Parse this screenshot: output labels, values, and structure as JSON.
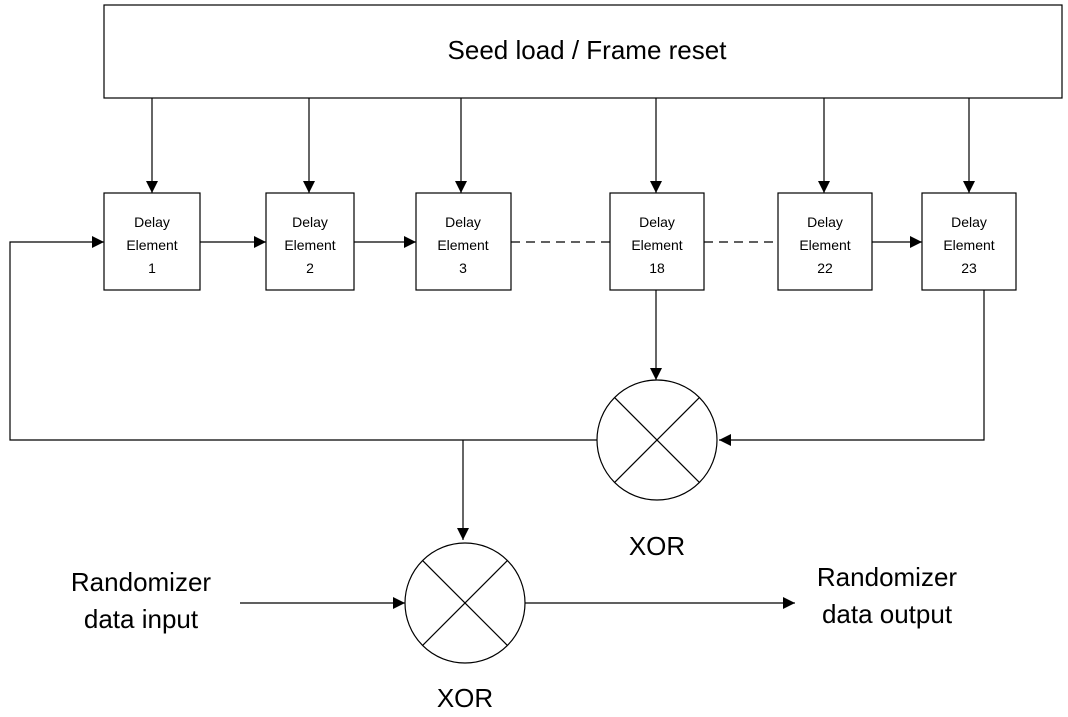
{
  "top_block": {
    "label": "Seed load / Frame reset"
  },
  "delay_elements": [
    {
      "line1": "Delay",
      "line2": "Element",
      "index": "1"
    },
    {
      "line1": "Delay",
      "line2": "Element",
      "index": "2"
    },
    {
      "line1": "Delay",
      "line2": "Element",
      "index": "3"
    },
    {
      "line1": "Delay",
      "line2": "Element",
      "index": "18"
    },
    {
      "line1": "Delay",
      "line2": "Element",
      "index": "22"
    },
    {
      "line1": "Delay",
      "line2": "Element",
      "index": "23"
    }
  ],
  "xor_feedback": {
    "label": "XOR"
  },
  "xor_output": {
    "label": "XOR"
  },
  "input": {
    "line1": "Randomizer",
    "line2": "data input"
  },
  "output": {
    "line1": "Randomizer",
    "line2": "data output"
  }
}
